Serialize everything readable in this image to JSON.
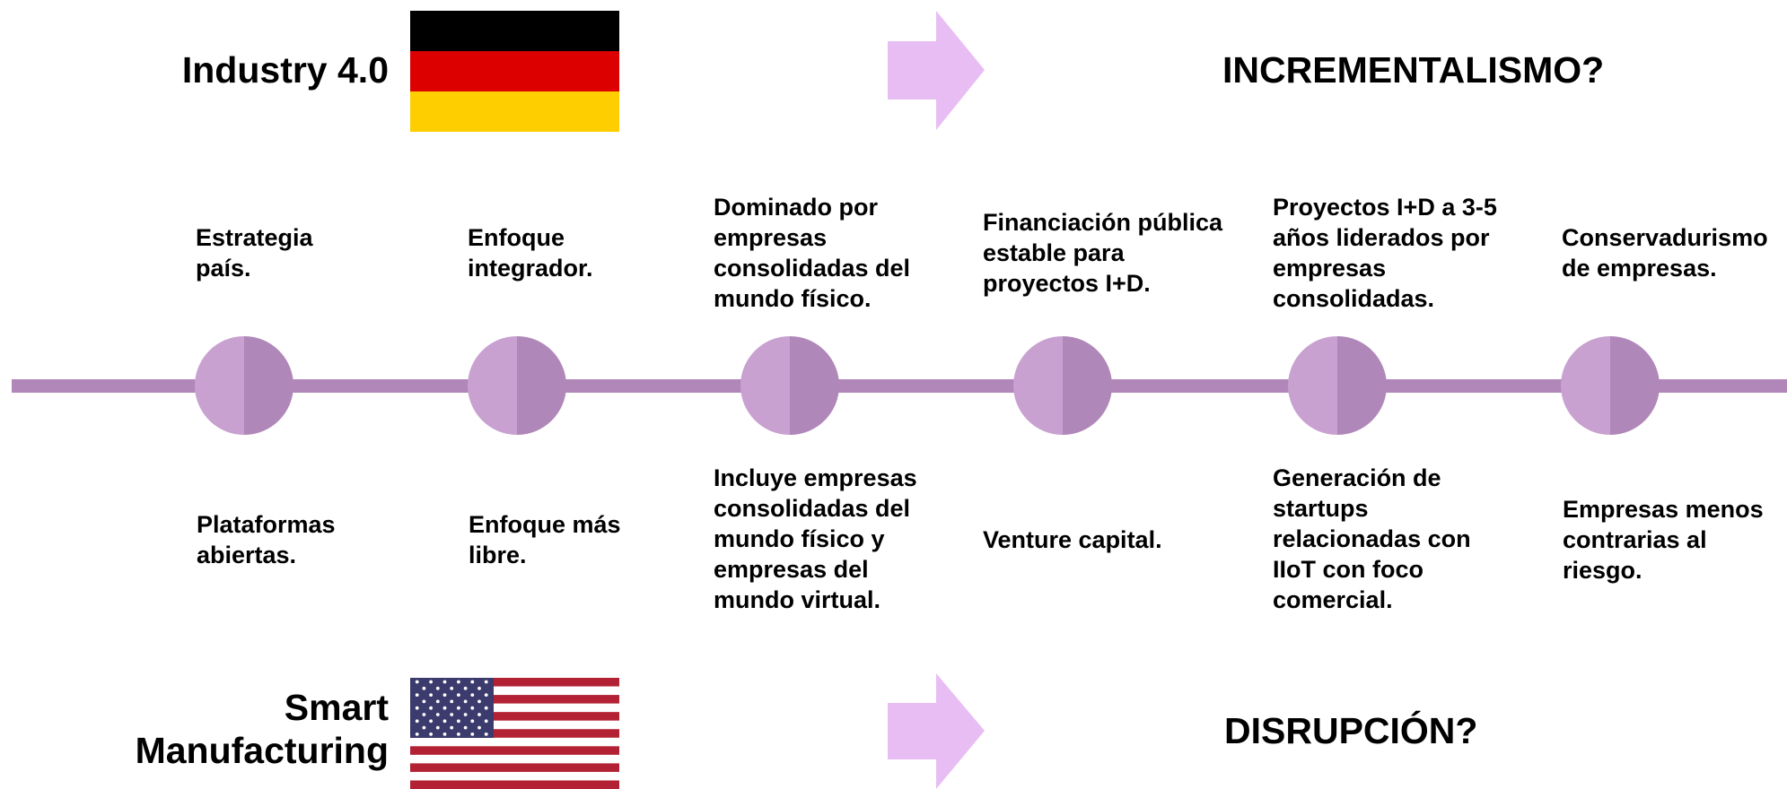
{
  "colors": {
    "timeline": "#b187b9",
    "node_left": "#c8a1d1",
    "node_right": "#b087b9",
    "arrow": "#e8bdf3",
    "de_black": "#000000",
    "de_red": "#dd0000",
    "de_gold": "#ffce00",
    "us_red": "#b22234",
    "us_blue": "#3c3b6e"
  },
  "top": {
    "title": "Industry 4.0",
    "flag_icon": "germany-flag-icon",
    "arrow_icon": "right-arrow-icon",
    "question": "INCREMENTALISMO?"
  },
  "bottom": {
    "title_line1": "Smart",
    "title_line2": "Manufacturing",
    "flag_icon": "usa-flag-icon",
    "arrow_icon": "right-arrow-icon",
    "question": "DISRUPCIÓN?"
  },
  "milestones": [
    {
      "above": [
        "Estrategia",
        "país."
      ],
      "below": [
        "Plataformas",
        "abiertas."
      ]
    },
    {
      "above": [
        "Enfoque",
        "integrador."
      ],
      "below": [
        "Enfoque más",
        "libre."
      ]
    },
    {
      "above": [
        "Dominado por",
        "empresas",
        "consolidadas del",
        "mundo físico."
      ],
      "below": [
        "Incluye empresas",
        "consolidadas del",
        "mundo físico y",
        "empresas del",
        "mundo virtual."
      ]
    },
    {
      "above": [
        "Financiación pública",
        "estable para",
        "proyectos I+D."
      ],
      "below": [
        "Venture capital."
      ]
    },
    {
      "above": [
        "Proyectos I+D a 3-5",
        "años liderados por",
        "empresas",
        "consolidadas."
      ],
      "below": [
        "Generación de",
        "startups",
        "relacionadas con",
        "IIoT con foco",
        "comercial."
      ]
    },
    {
      "above": [
        "Conservadurismo",
        "de empresas."
      ],
      "below": [
        "Empresas menos",
        "contrarias al",
        "riesgo."
      ]
    }
  ]
}
